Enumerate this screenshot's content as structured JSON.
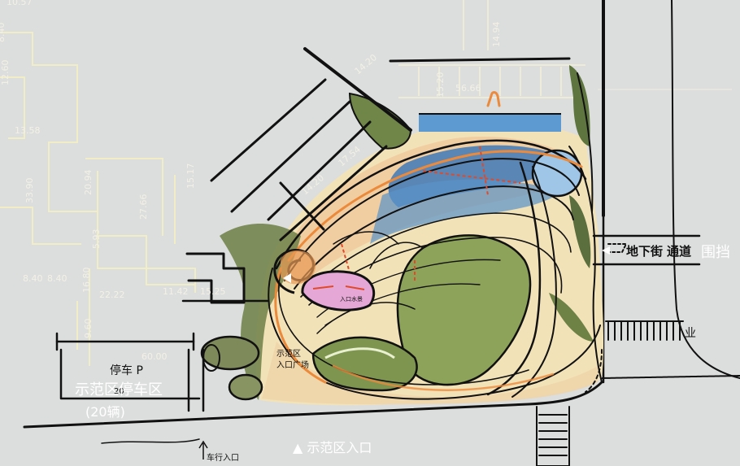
{
  "dimensions": {
    "d1": "10.57",
    "d2": "8.40",
    "d3": "12.60",
    "d4": "13.58",
    "d5": "33.90",
    "d6": "20.94",
    "d7": "27.66",
    "d8": "15.17",
    "d9": "8.40",
    "d10": "8.40",
    "d11": "5.93",
    "d12": "16.80",
    "d13": "22.22",
    "d14": "11.42",
    "d15": "15.25",
    "d16": "9.60",
    "d17": "60.00",
    "d18": "14.94",
    "d19": "14.20",
    "d20": "15.20",
    "d21": "56.66",
    "d22": "17.54",
    "d23": "14.20"
  },
  "labels": {
    "underground": "地下街",
    "passage": "通道",
    "fence": "围挡",
    "parking_p": "停车 P",
    "parking_count_hand": "20",
    "demo_parking": "示范区停车区",
    "demo_parking_count": "(20辆)",
    "demo_entry_hand_line1": "示范区",
    "demo_entry_hand_line2": "入口广场",
    "vehicle_entry_hand": "车行入口",
    "demo_entry_bottom": "▲ 示范区入口",
    "pink_label": "入口水景",
    "industry_suffix": "业"
  },
  "colors": {
    "background": "#dcdedd",
    "green": "#8ea35a",
    "dark_green": "#5d6b3a",
    "cream": "#f2e2b8",
    "orange": "#ec8a3c",
    "blue": "#3f79b8",
    "pink": "#e5a7d6",
    "ink": "#111111"
  },
  "icons": {
    "entry_arrow": "triangle-up-icon"
  }
}
